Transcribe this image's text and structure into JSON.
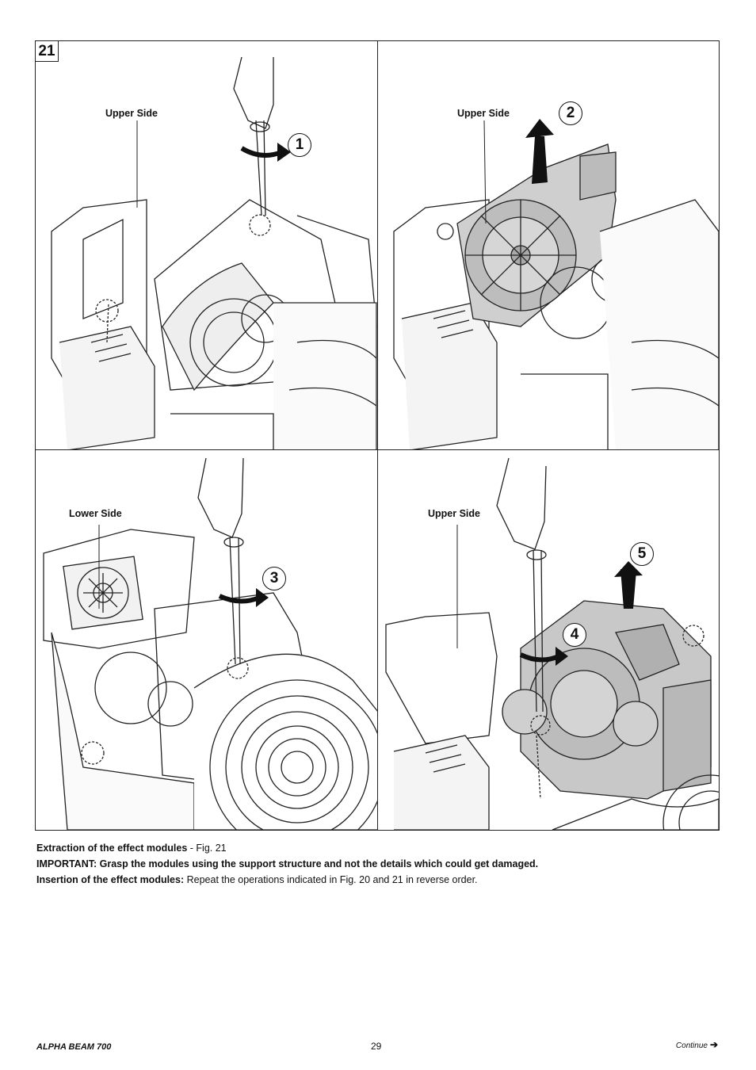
{
  "figure": {
    "number": "21",
    "panels": [
      {
        "side_label": "Upper Side",
        "steps": [
          "1"
        ]
      },
      {
        "side_label": "Upper Side",
        "steps": [
          "2"
        ]
      },
      {
        "side_label": "Lower Side",
        "steps": [
          "3"
        ]
      },
      {
        "side_label": "Upper Side",
        "steps": [
          "4",
          "5"
        ]
      }
    ]
  },
  "caption": {
    "line1_bold": "Extraction of the effect modules",
    "line1_rest": " - Fig. 21",
    "line2_bold": "IMPORTANT: Grasp the modules using the support structure and not the details which could get damaged.",
    "line3_bold": "Insertion of the effect modules:",
    "line3_rest": " Repeat the operations indicated in Fig. 20 and 21 in reverse order."
  },
  "footer": {
    "product": "ALPHA BEAM 700",
    "page": "29",
    "continue": "Continue",
    "continue_icon": "arrow-right-icon"
  }
}
